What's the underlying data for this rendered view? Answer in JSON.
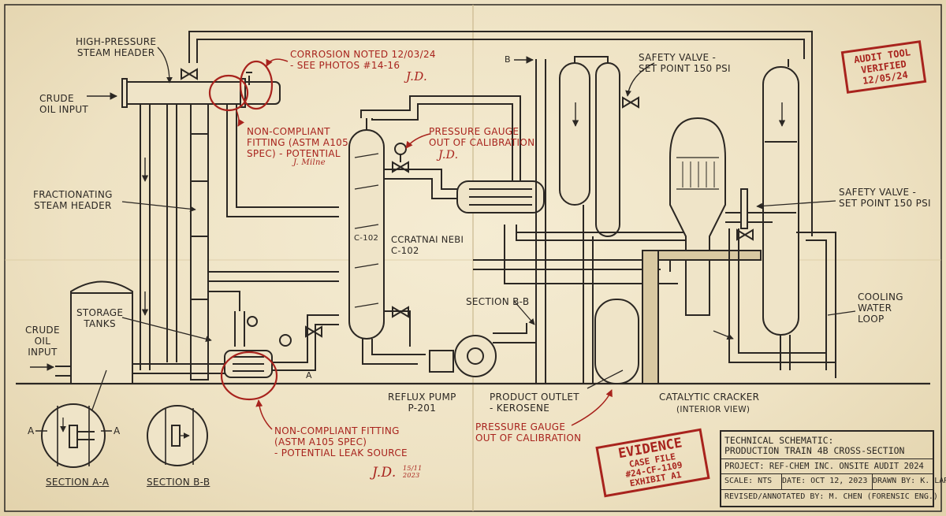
{
  "labels": {
    "hp_steam_header": "HIGH-PRESSURE\nSTEAM HEADER",
    "crude_oil_input_top": "CRUDE\nOIL INPUT",
    "fractionating_steam_header": "FRACTIONATING\nSTEAM HEADER",
    "crude_oil_input_left": "CRUDE\nOIL\nINPUT",
    "storage_tanks": "STORAGE\nTANKS",
    "b_marker": "B",
    "a_marker": "A",
    "column_tag": "C-102",
    "column_name": "CCRATNAI NEBI\nC-102",
    "section_bb_mid": "SECTION B-B",
    "reflux_pump": "REFLUX PUMP\nP-201",
    "product_outlet": "PRODUCT OUTLET\n- KEROSENE",
    "catalytic_cracker": "CATALYTIC CRACKER",
    "catalytic_cracker_sub": "(INTERIOR VIEW)",
    "safety_valve_top": "SAFETY VALVE -\nSET POINT 150 PSI",
    "safety_valve_right": "SAFETY VALVE -\nSET POINT 150 PSI",
    "cooling_water_loop": "COOLING\nWATER\nLOOP",
    "section_aa": "SECTION A-A",
    "section_bb": "SECTION B-B",
    "detail_a_left": "A",
    "detail_a_right": "A"
  },
  "annotations": {
    "corrosion": "CORROSION NOTED 12/03/24\n- SEE PHOTOS #14-16",
    "corrosion_initials": "J.D.",
    "noncompliant_top": "NON-COMPLIANT\nFITTING (ASTM A105\nSPEC) - POTENTIAL",
    "noncompliant_top_sig": "J. Milne",
    "gauge_top": "PRESSURE GAUGE\nOUT OF CALIBRATION",
    "gauge_top_initials": "J.D.",
    "noncompliant_bottom": "NON-COMPLIANT FITTING\n(ASTM A105 SPEC)\n- POTENTIAL LEAK SOURCE",
    "noncompliant_bottom_sig": "J.D.",
    "noncompliant_bottom_date": "15/11\n2023",
    "gauge_bottom": "PRESSURE GAUGE\nOUT OF CALIBRATION"
  },
  "stamps": {
    "audit": "AUDIT TOOL\nVERIFIED\n12/05/24",
    "evidence_title": "EVIDENCE",
    "evidence_body": "CASE FILE\n#24-CF-1109\nEXHIBIT A1"
  },
  "title_block": {
    "title": "TECHNICAL SCHEMATIC:\nPRODUCTION TRAIN 4B CROSS-SECTION",
    "project": "PROJECT: REF-CHEM INC. ONSITE AUDIT 2024",
    "scale": "SCALE: NTS",
    "date": "DATE: OCT 12, 2023",
    "drawn_by": "DRAWN BY: K. LARSEN",
    "revised": "REVISED/ANNOTATED BY: M. CHEN (FORENSIC ENG.)"
  },
  "colors": {
    "ink": "#2b2723",
    "annotation_red": "#a8231d",
    "paper": "#efe4c8"
  }
}
